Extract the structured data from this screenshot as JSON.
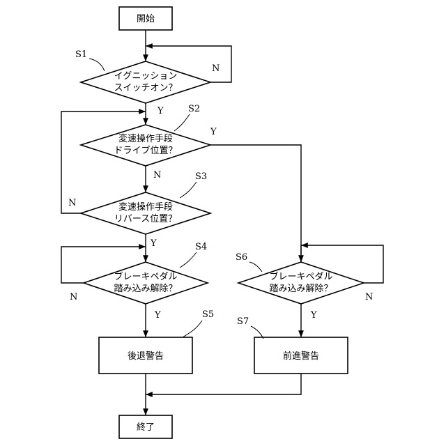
{
  "nodes": {
    "start": "開始",
    "s1": [
      "イグニッション",
      "スイッチオン？"
    ],
    "s2": [
      "変速操作手段",
      "ドライブ位置？"
    ],
    "s3": [
      "変速操作手段",
      "リバース位置？"
    ],
    "s4": [
      "ブレーキペダル",
      "踏み込み解除？"
    ],
    "s5": "後退警告",
    "s6": [
      "ブレーキペダル",
      "踏み込み解除？"
    ],
    "s7": "前進警告",
    "end": "終了"
  },
  "step_labels": {
    "s1": "S1",
    "s2": "S2",
    "s3": "S3",
    "s4": "S4",
    "s5": "S5",
    "s6": "S6",
    "s7": "S7"
  },
  "branches": {
    "s1_no": "N",
    "s1_yes": "Y",
    "s2_yes": "Y",
    "s2_no": "N",
    "s3_no": "N",
    "s3_yes": "Y",
    "s4_no": "N",
    "s4_yes": "Y",
    "s6_no": "N",
    "s6_yes": "Y"
  }
}
